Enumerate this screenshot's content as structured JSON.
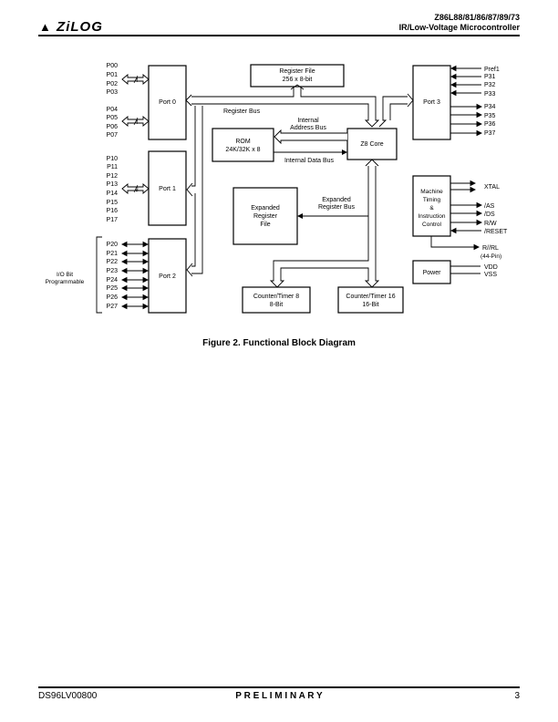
{
  "header": {
    "logo": "ZiLOG",
    "part_number": "Z86L88/81/86/87/89/73",
    "subtitle": "IR/Low-Voltage Microcontroller"
  },
  "diagram": {
    "port0": {
      "label": "Port 0",
      "pins_a": [
        "P00",
        "P01",
        "P02",
        "P03"
      ],
      "pins_b": [
        "P04",
        "P05",
        "P06",
        "P07"
      ],
      "width_a": "4",
      "width_b": "4"
    },
    "port1": {
      "label": "Port 1",
      "pins": [
        "P10",
        "P11",
        "P12",
        "P13",
        "P14",
        "P15",
        "P16",
        "P17"
      ],
      "width": "8"
    },
    "port2": {
      "label": "Port 2",
      "pins": [
        "P20",
        "P21",
        "P22",
        "P23",
        "P24",
        "P25",
        "P26",
        "P27"
      ],
      "io_label_1": "I/O Bit",
      "io_label_2": "Programmable"
    },
    "port3": {
      "label": "Port 3",
      "inputs": [
        "Pref1",
        "P31",
        "P32",
        "P33"
      ],
      "outputs": [
        "P34",
        "P35",
        "P36",
        "P37"
      ]
    },
    "register_file": {
      "line1": "Register File",
      "line2": "256 x 8-bit"
    },
    "rom": {
      "line1": "ROM",
      "line2": "24K/32K x 8"
    },
    "core": {
      "label": "Z8 Core"
    },
    "expanded_register_file": {
      "line1": "Expanded",
      "line2": "Register",
      "line3": "File"
    },
    "machine_timing": {
      "line1": "Machine",
      "line2": "Timing",
      "line3": "&",
      "line4": "Instruction",
      "line5": "Control"
    },
    "timing_signals": [
      "XTAL",
      "/AS",
      "/DS",
      "R/W",
      "/RESET"
    ],
    "rirl": {
      "line1": "R//RL",
      "line2": "(44-Pin)"
    },
    "power": {
      "label": "Power",
      "vdd": "VDD",
      "vss": "VSS"
    },
    "counter8": {
      "line1": "Counter/Timer 8",
      "line2": "8-Bit"
    },
    "counter16": {
      "line1": "Counter/Timer 16",
      "line2": "16-Bit"
    },
    "bus_labels": {
      "register_bus": "Register Bus",
      "internal_address_bus_1": "Internal",
      "internal_address_bus_2": "Address Bus",
      "internal_data_bus": "Internal Data Bus",
      "expanded_register_bus_1": "Expanded",
      "expanded_register_bus_2": "Register Bus"
    }
  },
  "caption": "Figure 2.  Functional Block Diagram",
  "footer": {
    "doc_number": "DS96LV00800",
    "status": "P R E L I M I N A R Y",
    "page": "3"
  }
}
